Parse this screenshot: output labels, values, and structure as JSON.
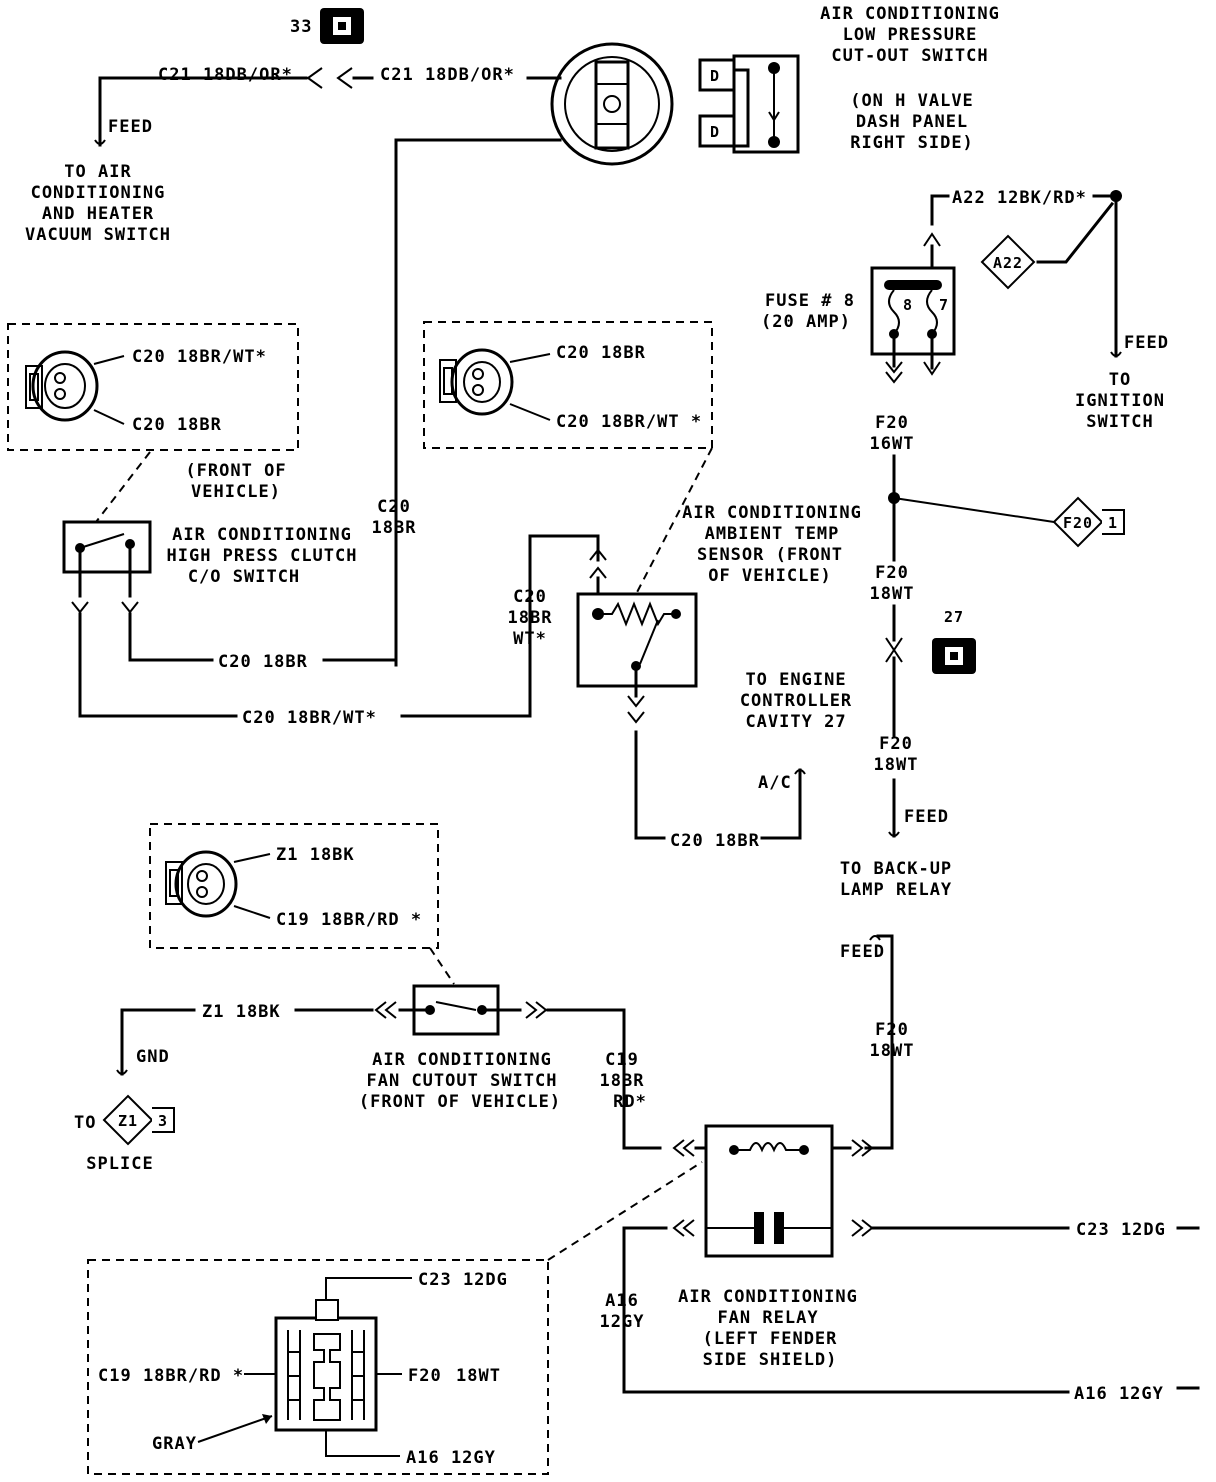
{
  "diagram": {
    "connectors": {
      "c33": "33",
      "c27": "27",
      "cav_d": "D"
    },
    "low_pressure_switch": {
      "title": [
        "AIR CONDITIONING",
        "LOW PRESSURE",
        "CUT-OUT SWITCH"
      ],
      "location": [
        "(ON H VALVE",
        "DASH PANEL",
        "RIGHT SIDE)"
      ]
    },
    "wires": {
      "c21_left": "C21 18DB/OR*",
      "c21_right": "C21 18DB/OR*",
      "feed": "FEED",
      "a22": "A22 12BK/RD*",
      "c20_18br": "C20 18BR",
      "c20_18br_wt": "C20 18BR/WT*",
      "c20_18br_wt_b": "C20 18BR/WT *",
      "c20_vert": [
        "C20",
        "18BR"
      ],
      "c20_vert_wt": [
        "C20",
        "18BR",
        "WT*"
      ],
      "f20_16": [
        "F20",
        "16WT"
      ],
      "f20_18": [
        "F20",
        "18WT"
      ],
      "ac": "A/C",
      "z1": "Z1 18BK",
      "gnd": "GND",
      "c19": "C19 18BR/RD *",
      "c19_vert": [
        "C19",
        "18BR",
        "RD*"
      ],
      "c23": "C23 12DG",
      "a16": "A16 12GY",
      "a16_vert": [
        "A16",
        "12GY"
      ]
    },
    "destinations": {
      "vacuum_switch": [
        "TO AIR",
        "CONDITIONING",
        "AND HEATER",
        "VACUUM SWITCH"
      ],
      "ignition": [
        "TO",
        "IGNITION",
        "SWITCH"
      ],
      "engine_controller": [
        "TO ENGINE",
        "CONTROLLER",
        "CAVITY 27"
      ],
      "backup_lamp": [
        "TO BACK-UP",
        "LAMP RELAY"
      ],
      "splice_to": "TO",
      "splice": "SPLICE"
    },
    "fuse": {
      "label": [
        "FUSE # 8",
        "(20 AMP)"
      ],
      "left": "8",
      "right": "7"
    },
    "splice_tags": {
      "a22": "A22",
      "f20": "F20",
      "f20_num": "1",
      "z1": "Z1",
      "z1_num": "3"
    },
    "components": {
      "front_of_vehicle": [
        "(FRONT OF",
        "VEHICLE)"
      ],
      "high_press": [
        "AIR CONDITIONING",
        "HIGH PRESS CLUTCH",
        "C/O SWITCH"
      ],
      "ambient": [
        "AIR CONDITIONING",
        "AMBIENT TEMP",
        "SENSOR (FRONT",
        "OF VEHICLE)"
      ],
      "fan_cutout": [
        "AIR CONDITIONING",
        "FAN CUTOUT SWITCH",
        "(FRONT OF VEHICLE)"
      ],
      "fan_relay": [
        "AIR CONDITIONING",
        "FAN RELAY",
        "(LEFT FENDER",
        "SIDE SHIELD)"
      ],
      "gray": "GRAY"
    }
  }
}
